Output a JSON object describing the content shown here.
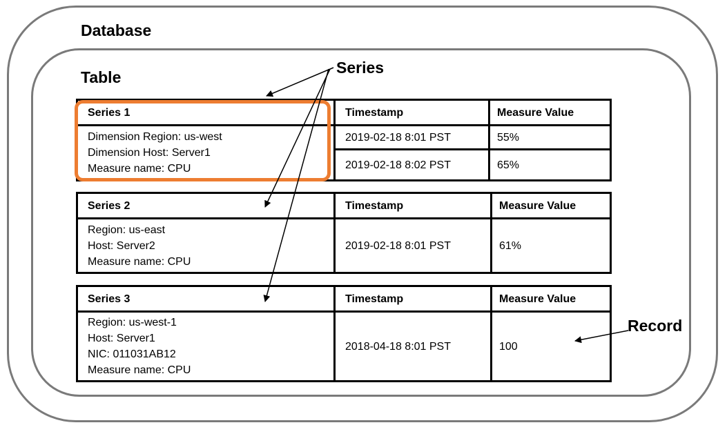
{
  "database_label": "Database",
  "table_label": "Table",
  "series_callout": "Series",
  "record_callout": "Record",
  "highlight_color": "#ed7d31",
  "series": [
    {
      "header": "Series 1",
      "timestamp_header": "Timestamp",
      "measure_header": "Measure Value",
      "dimensions": [
        "Dimension Region: us-west",
        "Dimension Host: Server1",
        "Measure name: CPU"
      ],
      "records": [
        {
          "timestamp": "2019-02-18 8:01 PST",
          "value": "55%"
        },
        {
          "timestamp": "2019-02-18 8:02 PST",
          "value": "65%"
        }
      ]
    },
    {
      "header": "Series 2",
      "timestamp_header": "Timestamp",
      "measure_header": "Measure Value",
      "dimensions": [
        "Region: us-east",
        "Host: Server2",
        "Measure name: CPU"
      ],
      "records": [
        {
          "timestamp": "2019-02-18 8:01 PST",
          "value": "61%"
        }
      ]
    },
    {
      "header": "Series 3",
      "timestamp_header": "Timestamp",
      "measure_header": "Measure Value",
      "dimensions": [
        "Region: us-west-1",
        "Host: Server1",
        "NIC: 011031AB12",
        "Measure name: CPU"
      ],
      "records": [
        {
          "timestamp": "2018-04-18 8:01 PST",
          "value": "100"
        }
      ]
    }
  ]
}
